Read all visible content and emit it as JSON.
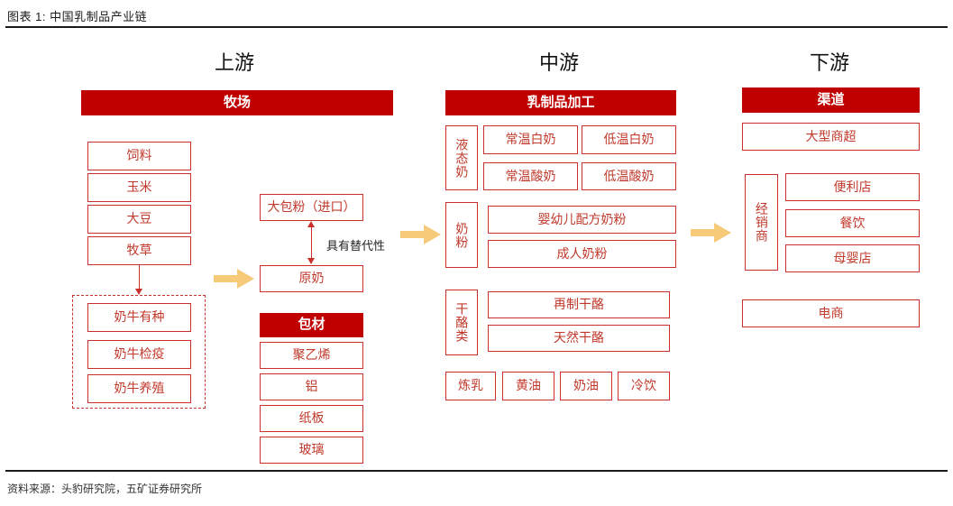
{
  "figure": {
    "title": "图表 1: 中国乳制品产业链",
    "source": "资料来源：头豹研究院，五矿证券研究所"
  },
  "sections": {
    "upstream": {
      "caption": "上游",
      "header": "牧场",
      "feed_boxes": [
        "饲料",
        "玉米",
        "大豆",
        "牧草"
      ],
      "dashed_group": [
        "奶牛有种",
        "奶牛检疫",
        "奶牛养殖"
      ],
      "milk_boxes": {
        "imported_powder": "大包粉（进口）",
        "raw_milk": "原奶",
        "relation_label": "具有替代性"
      },
      "packaging": {
        "header": "包材",
        "items": [
          "聚乙烯",
          "铝",
          "纸板",
          "玻璃"
        ]
      }
    },
    "midstream": {
      "caption": "中游",
      "header": "乳制品加工",
      "categories": [
        {
          "name": "液态奶",
          "items": [
            "常温白奶",
            "低温白奶",
            "常温酸奶",
            "低温酸奶"
          ]
        },
        {
          "name": "奶粉",
          "items": [
            "婴幼儿配方奶粉",
            "成人奶粉"
          ]
        },
        {
          "name": "干酪类",
          "items": [
            "再制干酪",
            "天然干酪"
          ]
        }
      ],
      "other_products": [
        "炼乳",
        "黄油",
        "奶油",
        "冷饮"
      ]
    },
    "downstream": {
      "caption": "下游",
      "header": "渠道",
      "direct": "大型商超",
      "distributor": {
        "name": "经销商",
        "items": [
          "便利店",
          "餐饮",
          "母婴店"
        ]
      },
      "ecommerce": "电商"
    }
  },
  "colors": {
    "brand_red": "#C00000",
    "box_red": "#C9302C",
    "text_red": "#C0392B",
    "arrow_gold": "#F7CA79",
    "rule_black": "#1a1a1a"
  }
}
